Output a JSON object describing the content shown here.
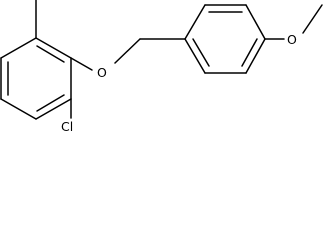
{
  "molecule": {
    "atom_labels": {
      "chlorine": "Cl",
      "ether_oxygen": "O",
      "methoxy_oxygen": "O"
    },
    "line_color": "#000000",
    "background_color": "#ffffff"
  }
}
